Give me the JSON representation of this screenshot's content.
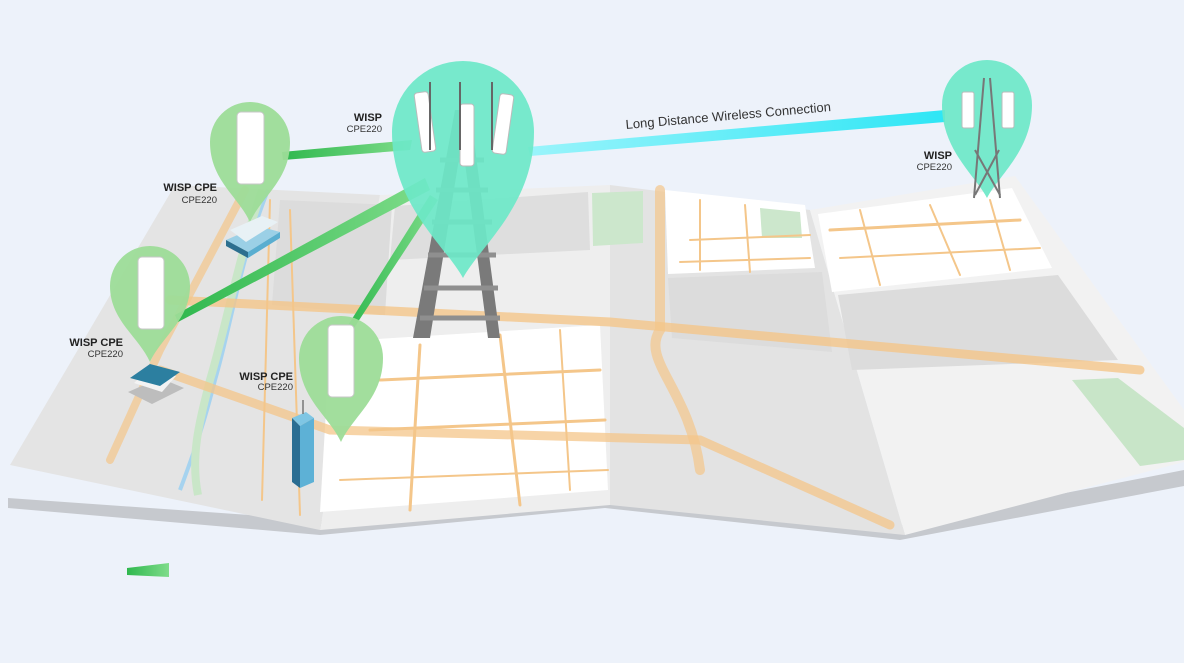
{
  "link_label": "Long Distance Wireless Connection",
  "main_tower": {
    "title": "WISP",
    "model": "CPE220"
  },
  "remote_tower": {
    "title": "WISP",
    "model": "CPE220"
  },
  "clients": [
    {
      "title": "WISP CPE",
      "model": "CPE220"
    },
    {
      "title": "WISP CPE",
      "model": "CPE220"
    },
    {
      "title": "WISP CPE",
      "model": "CPE220"
    }
  ],
  "colors": {
    "background": "#edf2fa",
    "pin_tower": "#6de8c8",
    "pin_client": "#9ddc98",
    "link_short": "#44c25c",
    "link_long": "#42eef8",
    "road": "#f4c68a",
    "water": "#9fd0f0"
  },
  "icons": {
    "tower": "lattice-tower-icon",
    "cpe": "outdoor-cpe-icon",
    "building": "office-building-icon",
    "house": "house-icon",
    "skyscraper": "skyscraper-icon"
  }
}
